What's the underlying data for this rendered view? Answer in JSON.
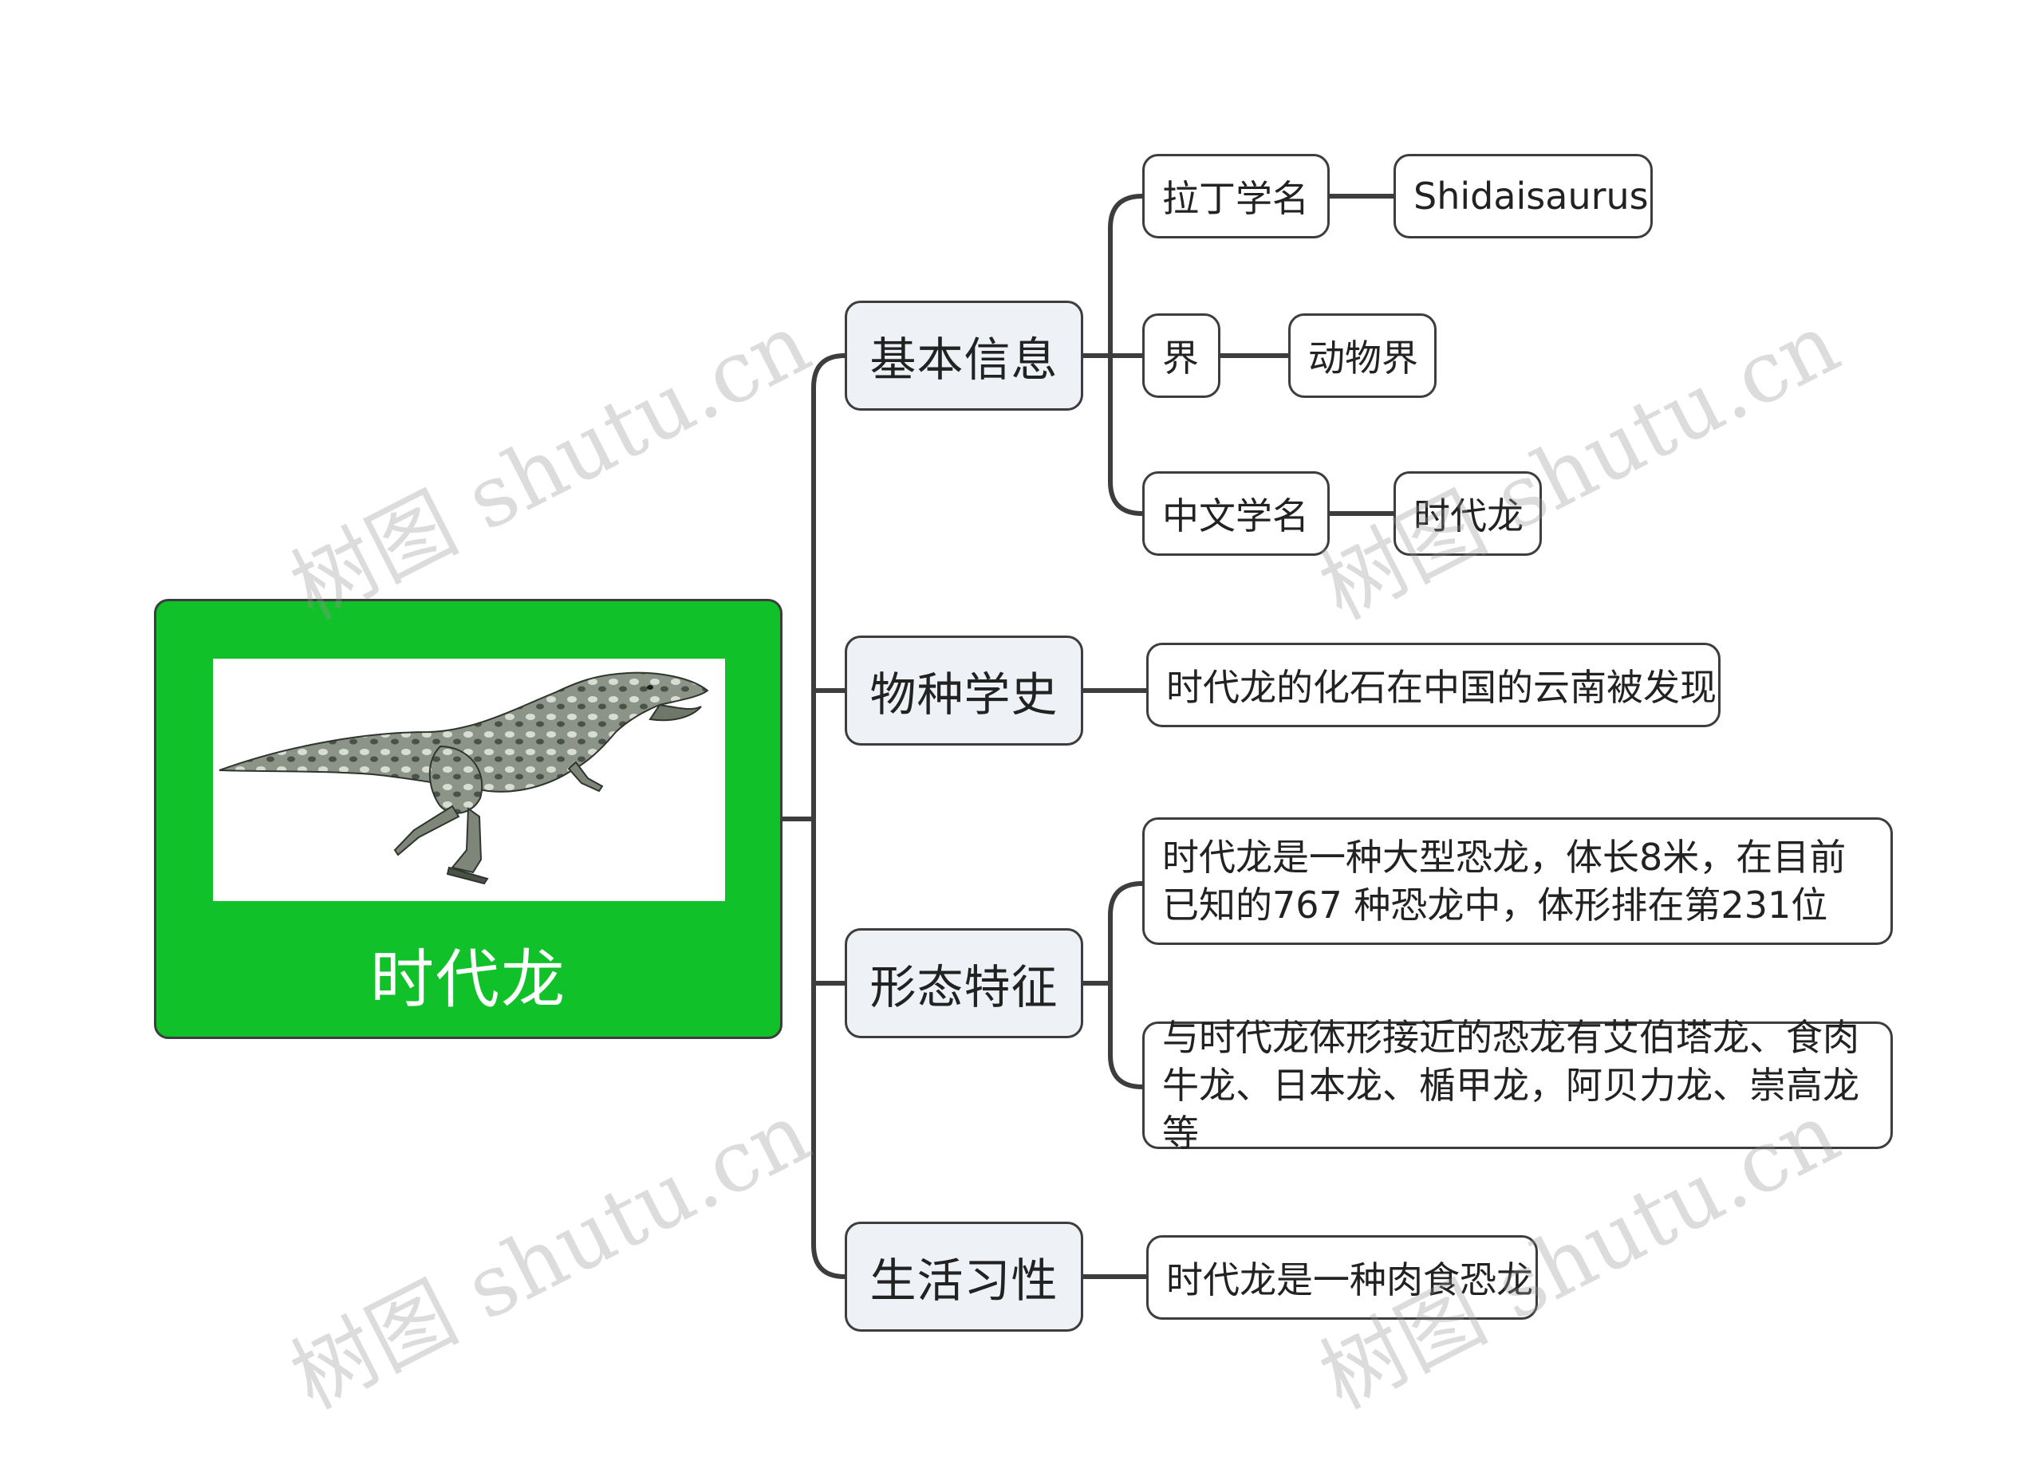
{
  "root": {
    "title": "时代龙",
    "image": "dinosaur-illustration"
  },
  "branches": [
    {
      "label": "基本信息",
      "children": [
        {
          "label": "拉丁学名",
          "value": "Shidaisaurus"
        },
        {
          "label": "界",
          "value": "动物界"
        },
        {
          "label": "中文学名",
          "value": "时代龙"
        }
      ]
    },
    {
      "label": "物种学史",
      "children": [
        {
          "text": "时代龙的化石在中国的云南被发现"
        }
      ]
    },
    {
      "label": "形态特征",
      "children": [
        {
          "text": "时代龙是一种大型恐龙，体长8米，在目前已知的767 种恐龙中，体形排在第231位"
        },
        {
          "text": "与时代龙体形接近的恐龙有艾伯塔龙、食肉牛龙、日本龙、楯甲龙，阿贝力龙、崇高龙等"
        }
      ]
    },
    {
      "label": "生活习性",
      "children": [
        {
          "text": "时代龙是一种肉食恐龙"
        }
      ]
    }
  ],
  "watermark": "树图 shutu.cn",
  "colors": {
    "root_fill": "#11c12a",
    "branch_fill": "#eef1f5",
    "line": "#3d3d3d"
  }
}
